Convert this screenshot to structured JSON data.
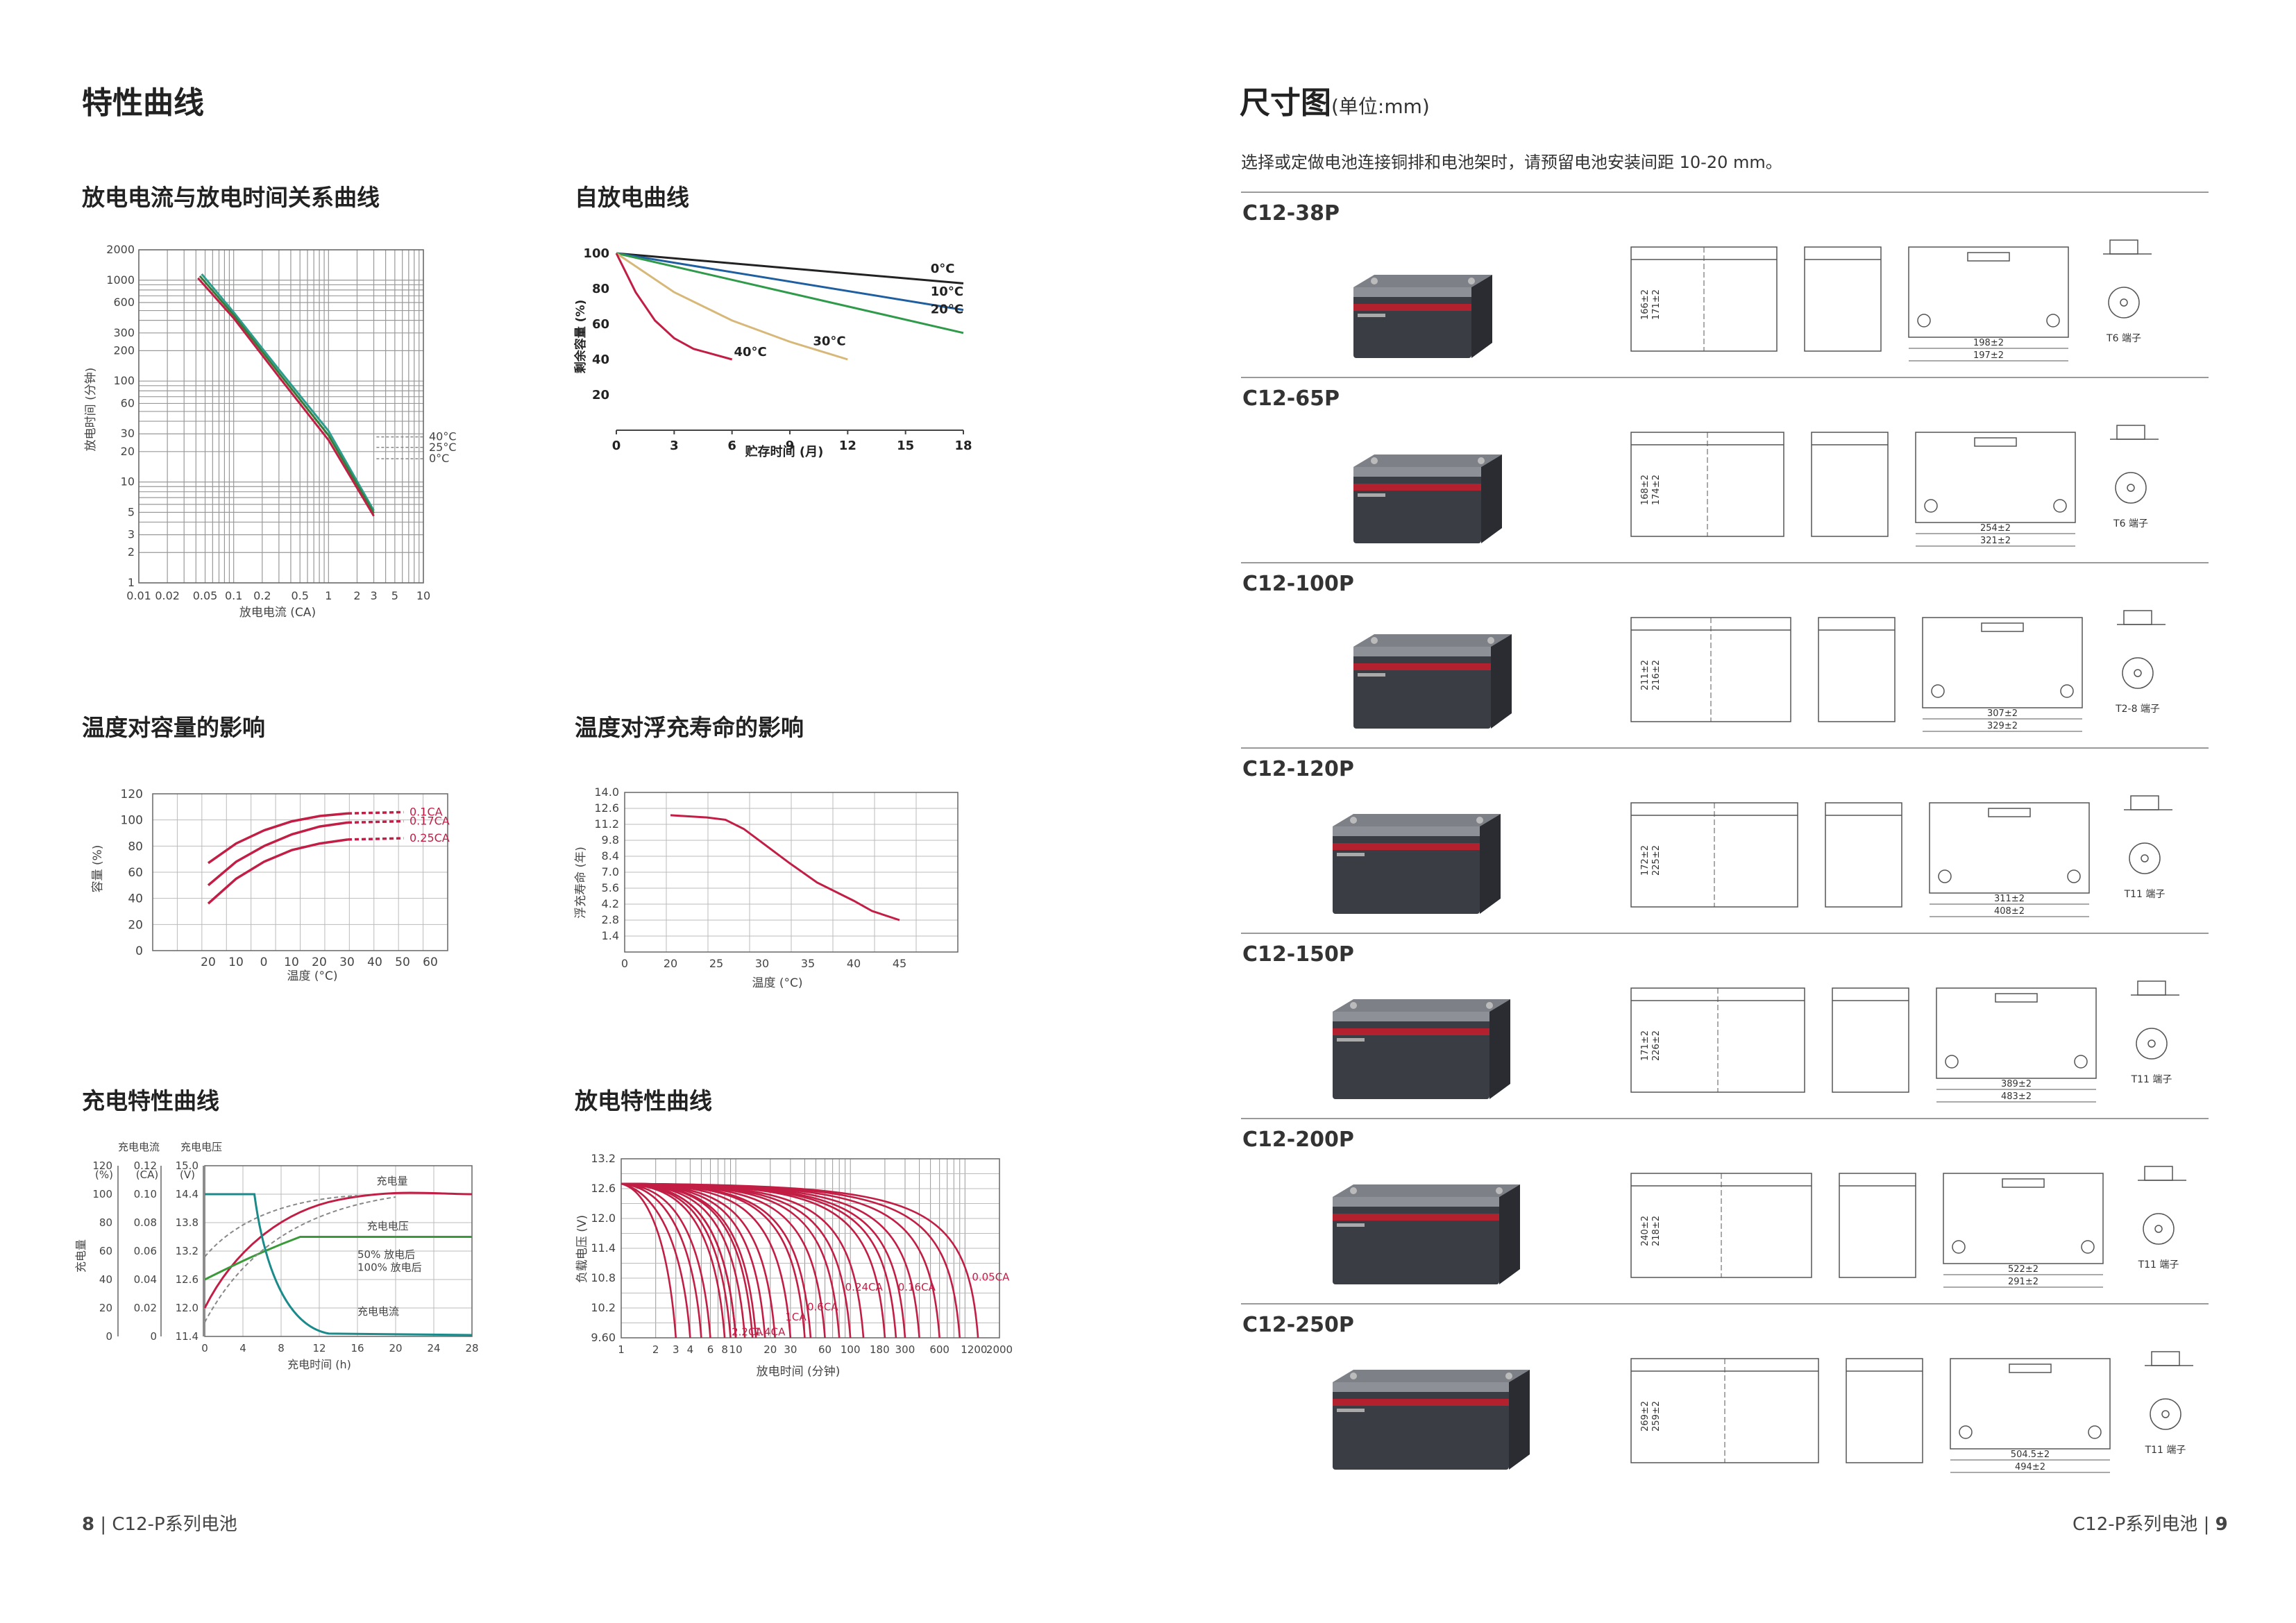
{
  "left": {
    "title": "特性曲线",
    "footer": {
      "page": "8",
      "sep": " | ",
      "series": "C12-P系列电池"
    },
    "charts": {
      "discharge_current": {
        "heading": "放电电流与放电时间关系曲线",
        "xlabel": "放电电流 (CA)",
        "ylabel": "放电时间 (分钟)"
      },
      "self_discharge": {
        "heading": "自放电曲线",
        "xlabel": "贮存时间 (月)",
        "ylabel": "剩余容量 (%)"
      },
      "temp_capacity": {
        "heading": "温度对容量的影响",
        "xlabel": "温度 (°C)",
        "ylabel": "容量 (%)"
      },
      "temp_life": {
        "heading": "温度对浮充寿命的影响",
        "xlabel": "温度 (°C)",
        "ylabel": "浮充寿命 (年)"
      },
      "charge": {
        "heading": "充电特性曲线",
        "xlabel": "充电时间 (h)",
        "ylabel": "充电量",
        "col_current": "充电电流",
        "col_voltage": "充电电压",
        "unit_pct": "(%)",
        "unit_ca": "(CA)",
        "unit_v": "(V)"
      },
      "discharge": {
        "heading": "放电特性曲线",
        "xlabel": "放电时间 (分钟)",
        "ylabel": "负载电压 (V)"
      }
    }
  },
  "right": {
    "title": "尺寸图",
    "title_unit": "(单位:mm)",
    "note": "选择或定做电池连接铜排和电池架时，请预留电池安装间距 10-20 mm。",
    "footer": {
      "series": "C12-P系列电池",
      "sep": " | ",
      "page": "9"
    },
    "models": [
      {
        "name": "C12-38P",
        "dims": [
          "198±2",
          "197±2",
          "166±2",
          "171±2"
        ],
        "terminal": "T6 端子"
      },
      {
        "name": "C12-65P",
        "dims": [
          "254±2",
          "321±2",
          "168±2",
          "174±2"
        ],
        "terminal": "T6 端子"
      },
      {
        "name": "C12-100P",
        "dims": [
          "307±2",
          "329±2",
          "211±2",
          "216±2"
        ],
        "terminal": "T2-8 端子"
      },
      {
        "name": "C12-120P",
        "dims": [
          "311±2",
          "408±2",
          "172±2",
          "225±2"
        ],
        "terminal": "T11 端子"
      },
      {
        "name": "C12-150P",
        "dims": [
          "389±2",
          "483±2",
          "171±2",
          "226±2"
        ],
        "terminal": "T11 端子"
      },
      {
        "name": "C12-200P",
        "dims": [
          "522±2",
          "291±2",
          "240±2",
          "218±2"
        ],
        "terminal": "T11 端子"
      },
      {
        "name": "C12-250P",
        "dims": [
          "504.5±2",
          "494±2",
          "269±2",
          "259±2"
        ],
        "terminal": "T11 端子"
      }
    ]
  },
  "chart_data": [
    {
      "type": "line",
      "title": "放电电流与放电时间关系曲线",
      "xlabel": "放电电流 (CA)",
      "ylabel": "放电时间 (分钟)",
      "x_scale": "log",
      "y_scale": "log",
      "x_ticks": [
        "0.01",
        "0.02",
        "0.05",
        "0.1",
        "0.2",
        "0.5",
        "1",
        "2",
        "3",
        "5",
        "10"
      ],
      "y_ticks": [
        "2000",
        "1000",
        "600",
        "300",
        "200",
        "100",
        "60",
        "30",
        "20",
        "10",
        "5",
        "3",
        "2",
        "1"
      ],
      "series": [
        {
          "name": "40°C",
          "color": "#2a9d8f",
          "points": [
            [
              0.046,
              1150
            ],
            [
              0.1,
              480
            ],
            [
              0.3,
              130
            ],
            [
              1,
              32
            ],
            [
              3,
              5.2
            ]
          ]
        },
        {
          "name": "25°C",
          "color": "#3a7a3a",
          "points": [
            [
              0.044,
              1100
            ],
            [
              0.1,
              450
            ],
            [
              0.3,
              120
            ],
            [
              1,
              29
            ],
            [
              3,
              4.9
            ]
          ]
        },
        {
          "name": "0°C",
          "color": "#c21e45",
          "points": [
            [
              0.042,
              1050
            ],
            [
              0.1,
              420
            ],
            [
              0.3,
              110
            ],
            [
              1,
              26
            ],
            [
              3,
              4.6
            ]
          ]
        }
      ]
    },
    {
      "type": "line",
      "title": "自放电曲线",
      "xlabel": "贮存时间 (月)",
      "ylabel": "剩余容量 (%)",
      "xlim": [
        0,
        18
      ],
      "ylim": [
        0,
        100
      ],
      "x_ticks": [
        "0",
        "3",
        "6",
        "9",
        "12",
        "15",
        "18"
      ],
      "y_ticks": [
        "100",
        "80",
        "60",
        "40",
        "20"
      ],
      "series": [
        {
          "name": "0°C",
          "color": "#222222",
          "x": [
            0,
            18
          ],
          "y": [
            100,
            83
          ]
        },
        {
          "name": "10°C",
          "color": "#1f5fa0",
          "x": [
            0,
            18
          ],
          "y": [
            100,
            68
          ]
        },
        {
          "name": "20°C",
          "color": "#2e9a4a",
          "x": [
            0,
            18
          ],
          "y": [
            100,
            55
          ]
        },
        {
          "name": "30°C",
          "color": "#d8b878",
          "x": [
            0,
            3,
            6,
            9,
            12
          ],
          "y": [
            100,
            78,
            62,
            50,
            40
          ]
        },
        {
          "name": "40°C",
          "color": "#c21e45",
          "x": [
            0,
            1,
            2,
            3,
            4,
            6
          ],
          "y": [
            100,
            78,
            62,
            52,
            46,
            40
          ]
        }
      ]
    },
    {
      "type": "line",
      "title": "温度对容量的影响",
      "xlabel": "温度 (°C)",
      "ylabel": "容量 (%)",
      "ylim": [
        0,
        120
      ],
      "x_ticks": [
        "20",
        "10",
        "0",
        "10",
        "20",
        "30",
        "40",
        "50",
        "60"
      ],
      "y_ticks": [
        "120",
        "100",
        "80",
        "60",
        "40",
        "20",
        "0"
      ],
      "series": [
        {
          "name": "0.1CA",
          "color": "#c21e45",
          "y": [
            67,
            82,
            92,
            99,
            103,
            105,
            106,
            106
          ]
        },
        {
          "name": "0.17CA",
          "color": "#c21e45",
          "y": [
            50,
            68,
            80,
            89,
            95,
            98,
            99,
            99
          ]
        },
        {
          "name": "0.25CA",
          "color": "#c21e45",
          "y": [
            36,
            55,
            68,
            77,
            82,
            85,
            86,
            86
          ]
        }
      ]
    },
    {
      "type": "line",
      "title": "温度对浮充寿命的影响",
      "xlabel": "温度 (°C)",
      "ylabel": "浮充寿命 (年)",
      "ylim": [
        0,
        14
      ],
      "x_ticks": [
        "0",
        "20",
        "25",
        "30",
        "35",
        "40",
        "45"
      ],
      "y_ticks": [
        "14.0",
        "12.6",
        "11.2",
        "9.8",
        "8.4",
        "7.0",
        "5.6",
        "4.2",
        "2.8",
        "1.4"
      ],
      "series": [
        {
          "name": "",
          "color": "#c21e45",
          "x": [
            20,
            24,
            26,
            28,
            30,
            33,
            36,
            40,
            42,
            45
          ],
          "y": [
            12,
            11.8,
            11.6,
            10.8,
            9.6,
            7.8,
            6.1,
            4.5,
            3.6,
            2.8
          ]
        }
      ]
    },
    {
      "type": "line",
      "title": "充电特性曲线",
      "xlabel": "充电时间 (h)",
      "ylabel": "充电量",
      "xlim": [
        0,
        28
      ],
      "x_ticks": [
        "0",
        "4",
        "8",
        "12",
        "16",
        "20",
        "24",
        "28"
      ],
      "y_ticks_pct": [
        "120",
        "100",
        "80",
        "60",
        "40",
        "20",
        "0"
      ],
      "y_ticks_ca": [
        "0.12",
        "0.10",
        "0.08",
        "0.06",
        "0.04",
        "0.02",
        "0"
      ],
      "y_ticks_v": [
        "15.0",
        "14.4",
        "13.8",
        "13.2",
        "12.6",
        "12.0",
        "11.4"
      ],
      "series": [
        {
          "name": "充电量",
          "color": "#c21e45"
        },
        {
          "name": "充电电压",
          "color": "#3a9a3a"
        },
        {
          "name": "50% 放电后",
          "color": "#888888"
        },
        {
          "name": "100% 放电后",
          "color": "#888888"
        },
        {
          "name": "充电电流",
          "color": "#1a8a8a"
        }
      ]
    },
    {
      "type": "line",
      "title": "放电特性曲线",
      "xlabel": "放电时间 (分钟)",
      "ylabel": "负载电压 (V)",
      "x_scale": "log",
      "x_ticks": [
        "1",
        "2",
        "3",
        "4",
        "6",
        "8",
        "10",
        "20",
        "30",
        "60",
        "100",
        "180",
        "300",
        "600",
        "1200",
        "2000"
      ],
      "y_ticks": [
        "13.2",
        "12.6",
        "12.0",
        "11.4",
        "10.8",
        "10.2",
        "9.60"
      ],
      "series": [
        {
          "name": "2.2CA",
          "color": "#c21e45"
        },
        {
          "name": "1.4CA",
          "color": "#c21e45"
        },
        {
          "name": "1CA",
          "color": "#c21e45"
        },
        {
          "name": "0.6CA",
          "color": "#c21e45"
        },
        {
          "name": "0.24CA",
          "color": "#c21e45"
        },
        {
          "name": "0.16CA",
          "color": "#c21e45"
        },
        {
          "name": "0.05CA",
          "color": "#c21e45"
        }
      ]
    }
  ]
}
